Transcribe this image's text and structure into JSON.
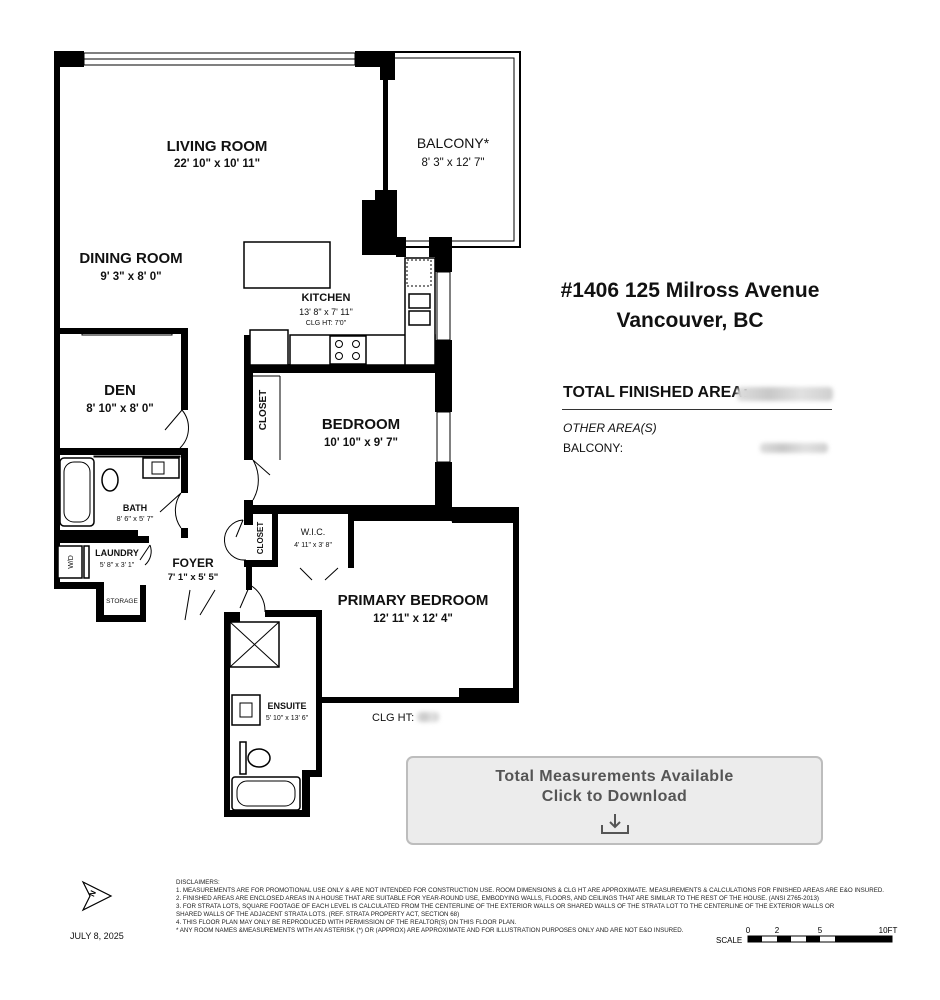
{
  "header": {
    "address_line1": "#1406 125 Milross Avenue",
    "address_line2": "Vancouver, BC"
  },
  "area_summary": {
    "total_label": "TOTAL FINISHED AREA:",
    "other_label": "OTHER AREA(S)",
    "balcony_label": "BALCONY:"
  },
  "rooms": {
    "living": {
      "name": "LIVING ROOM",
      "dims": "22' 10\" x 10' 11\""
    },
    "balcony": {
      "name": "BALCONY*",
      "dims": "8' 3\" x 12' 7\""
    },
    "dining": {
      "name": "DINING ROOM",
      "dims": "9' 3\" x 8' 0\""
    },
    "kitchen": {
      "name": "KITCHEN",
      "dims": "13' 8\" x 7' 11\"",
      "clg": "CLG HT: 7'0\""
    },
    "den": {
      "name": "DEN",
      "dims": "8' 10\" x 8' 0\""
    },
    "bedroom": {
      "name": "BEDROOM",
      "dims": "10' 10\" x 9' 7\""
    },
    "closet1": {
      "name": "CLOSET"
    },
    "closet2": {
      "name": "CLOSET"
    },
    "bath": {
      "name": "BATH",
      "dims": "8' 6\" x 5' 7\""
    },
    "wic": {
      "name": "W.I.C.",
      "dims": "4' 11\" x 3' 8\""
    },
    "laundry": {
      "name": "LAUNDRY",
      "dims": "5' 8\" x 3' 1\""
    },
    "wd": {
      "name": "W/D"
    },
    "storage": {
      "name": "STORAGE"
    },
    "foyer": {
      "name": "FOYER",
      "dims": "7' 1\" x 5' 5\""
    },
    "primary": {
      "name": "PRIMARY BEDROOM",
      "dims": "12' 11\" x 12' 4\""
    },
    "ensuite": {
      "name": "ENSUITE",
      "dims": "5' 10\" x 13' 6\""
    }
  },
  "clg_ht_label": "CLG HT:",
  "download_button": {
    "line1": "Total Measurements Available",
    "line2": "Click to Download"
  },
  "disclaimers": {
    "title": "DISCLAIMERS:",
    "lines": [
      "1. MEASUREMENTS ARE FOR PROMOTIONAL USE ONLY & ARE NOT INTENDED FOR CONSTRUCTION USE. ROOM DIMENSIONS & CLG HT ARE APPROXIMATE. MEASUREMENTS & CALCULATIONS FOR FINISHED AREAS ARE E&O INSURED.",
      "2. FINISHED AREAS ARE ENCLOSED AREAS IN A HOUSE THAT ARE SUITABLE FOR YEAR-ROUND USE, EMBODYING WALLS, FLOORS, AND CEILINGS THAT ARE SIMILAR TO THE REST OF THE HOUSE. (ANSI Z765-2013)",
      "3. FOR STRATA LOTS, SQUARE FOOTAGE OF EACH LEVEL IS CALCULATED FROM THE CENTERLINE OF THE EXTERIOR WALLS OR SHARED WALLS OF THE STRATA LOT TO THE CENTERLINE OF THE EXTERIOR WALLS OR",
      "SHARED WALLS OF THE ADJACENT STRATA LOTS. (REF. STRATA PROPERTY ACT, SECTION 68)",
      "4. THIS FLOOR PLAN MAY ONLY BE REPRODUCED WITH PERMISSION OF THE REALTOR(S) ON THIS FLOOR PLAN.",
      "* ANY ROOM NAMES  &MEASUREMENTS WITH AN ASTERISK (*) OR (APPROX) ARE APPROXIMATE AND FOR ILLUSTRATION PURPOSES ONLY AND ARE NOT E&O INSURED."
    ]
  },
  "footer": {
    "date": "JULY 8, 2025",
    "north_label": "N",
    "scale_label": "SCALE",
    "scale_ticks": [
      "0",
      "2",
      "5",
      "10FT"
    ]
  }
}
